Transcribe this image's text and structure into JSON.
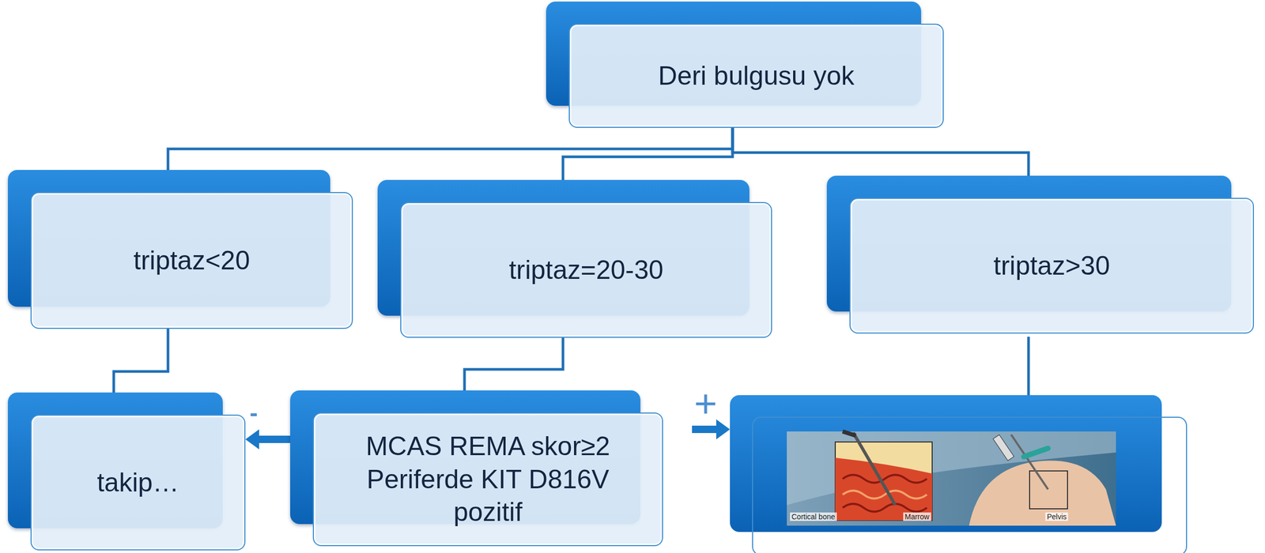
{
  "diagram": {
    "nodes": [
      {
        "text": [
          "Deri bulgusu yok"
        ]
      },
      {
        "text": [
          "triptaz<20"
        ]
      },
      {
        "text": [
          "triptaz=20-30"
        ]
      },
      {
        "text": [
          "triptaz>30"
        ]
      },
      {
        "text": [
          "takip…"
        ]
      },
      {
        "text": [
          "MCAS REMA skor≥2 Periferde KIT D816V pozitif"
        ]
      }
    ],
    "edges": [
      {
        "from": 0,
        "to": 1,
        "arrow": "none"
      },
      {
        "from": 0,
        "to": 2,
        "arrow": "none"
      },
      {
        "from": 0,
        "to": 3,
        "arrow": "none"
      },
      {
        "from": 1,
        "to": 4,
        "arrow": "none"
      },
      {
        "from": 2,
        "to": 5,
        "arrow": "none"
      },
      {
        "from": 5,
        "to": 4,
        "arrow": "to",
        "label": "-"
      }
    ],
    "labels": [
      "+",
      "Cortical bone",
      "Marrow",
      "Pelvis"
    ]
  }
}
